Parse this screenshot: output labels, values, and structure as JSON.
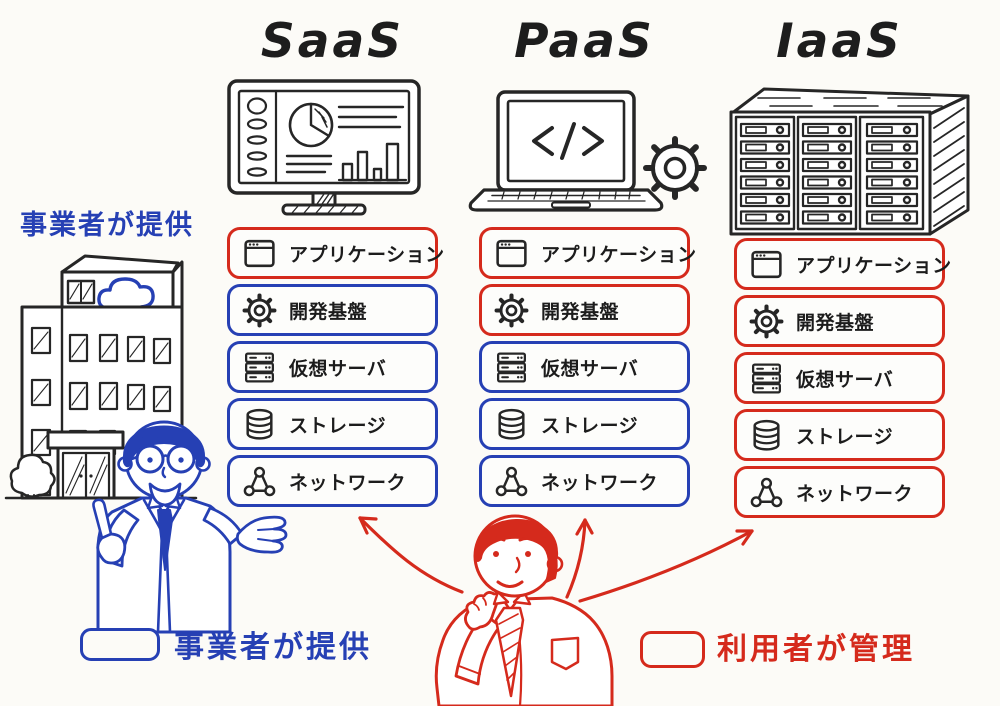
{
  "colors": {
    "blue": "#2640b4",
    "red": "#d52a1c",
    "ink": "#262626",
    "paper": "#fcfbf7"
  },
  "provider_callout": "事業者が提供",
  "columns": [
    {
      "title": "SaaS",
      "illustration": "monitor-dashboard",
      "layers": [
        {
          "label": "アプリケーション",
          "icon": "app-window-icon",
          "owner": "red"
        },
        {
          "label": "開発基盤",
          "icon": "gear-icon",
          "owner": "blue"
        },
        {
          "label": "仮想サーバ",
          "icon": "virtual-server-icon",
          "owner": "blue"
        },
        {
          "label": "ストレージ",
          "icon": "storage-icon",
          "owner": "blue"
        },
        {
          "label": "ネットワーク",
          "icon": "network-icon",
          "owner": "blue"
        }
      ]
    },
    {
      "title": "PaaS",
      "illustration": "laptop-code-gear",
      "layers": [
        {
          "label": "アプリケーション",
          "icon": "app-window-icon",
          "owner": "red"
        },
        {
          "label": "開発基盤",
          "icon": "gear-icon",
          "owner": "red"
        },
        {
          "label": "仮想サーバ",
          "icon": "virtual-server-icon",
          "owner": "blue"
        },
        {
          "label": "ストレージ",
          "icon": "storage-icon",
          "owner": "blue"
        },
        {
          "label": "ネットワーク",
          "icon": "network-icon",
          "owner": "blue"
        }
      ]
    },
    {
      "title": "IaaS",
      "illustration": "server-rack",
      "layers": [
        {
          "label": "アプリケーション",
          "icon": "app-window-icon",
          "owner": "red"
        },
        {
          "label": "開発基盤",
          "icon": "gear-icon",
          "owner": "red"
        },
        {
          "label": "仮想サーバ",
          "icon": "virtual-server-icon",
          "owner": "red"
        },
        {
          "label": "ストレージ",
          "icon": "storage-icon",
          "owner": "red"
        },
        {
          "label": "ネットワーク",
          "icon": "network-icon",
          "owner": "red"
        }
      ]
    }
  ],
  "legend": [
    {
      "label": "事業者が提供",
      "color": "blue"
    },
    {
      "label": "利用者が管理",
      "color": "red"
    }
  ]
}
